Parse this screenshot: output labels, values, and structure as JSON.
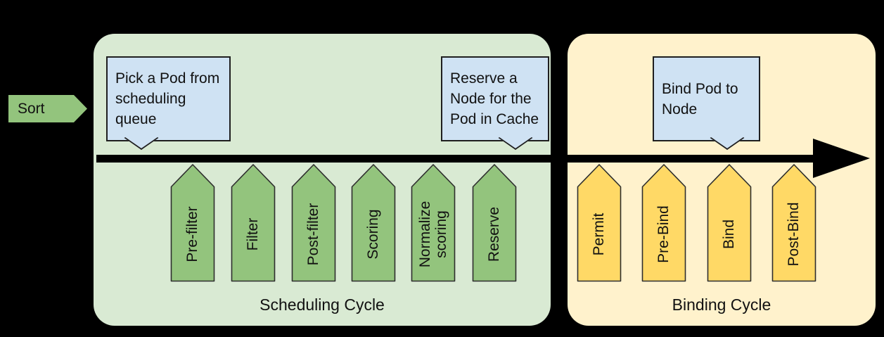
{
  "colors": {
    "background": "#000000",
    "scheduling_zone_fill": "#d9ead3",
    "binding_zone_fill": "#fff2cc",
    "scheduling_step_fill": "#93c47d",
    "binding_step_fill": "#ffd966",
    "callout_fill": "#cfe2f3",
    "timeline": "#000000",
    "text": "#111111"
  },
  "sort": {
    "label": "Sort"
  },
  "scheduling_cycle": {
    "label": "Scheduling Cycle",
    "steps": [
      "Pre-filter",
      "Filter",
      "Post-filter",
      "Scoring",
      "Normalize scoring",
      "Reserve"
    ],
    "callouts": {
      "pick_pod": {
        "lines": [
          "Pick a Pod from",
          "scheduling",
          "queue"
        ]
      },
      "reserve_node": {
        "lines": [
          "Reserve a",
          "Node for the",
          "Pod in Cache"
        ]
      }
    }
  },
  "binding_cycle": {
    "label": "Binding Cycle",
    "steps": [
      "Permit",
      "Pre-Bind",
      "Bind",
      "Post-Bind"
    ],
    "callouts": {
      "bind_pod": {
        "lines": [
          "Bind Pod to",
          "Node"
        ]
      }
    }
  }
}
